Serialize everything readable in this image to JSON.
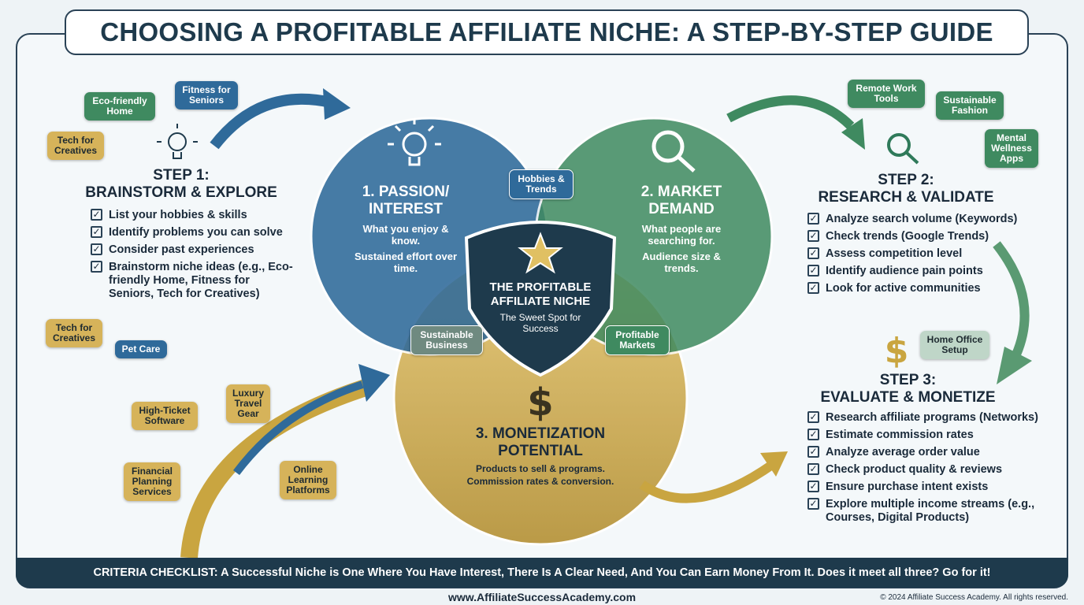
{
  "title": "CHOOSING A PROFITABLE AFFILIATE NICHE: A STEP-BY-STEP GUIDE",
  "step1": {
    "heading": "STEP 1:",
    "subheading": "BRAINSTORM & EXPLORE",
    "items": [
      "List your hobbies & skills",
      "Identify problems you can solve",
      "Consider past experiences",
      "Brainstorm niche ideas (e.g., Eco-friendly Home, Fitness for Seniors, Tech for Creatives)"
    ],
    "tags": [
      "Eco-friendly Home",
      "Fitness for Seniors",
      "Tech for Creatives",
      "Tech for Creatives",
      "Pet Care",
      "High-Ticket Software",
      "Luxury Travel Gear",
      "Financial Planning Services",
      "Online Learning Platforms"
    ]
  },
  "step2": {
    "heading": "STEP 2:",
    "subheading": "RESEARCH & VALIDATE",
    "items": [
      "Analyze search volume (Keywords)",
      "Check trends (Google Trends)",
      "Assess competition level",
      "Identify audience pain points",
      "Look for active communities"
    ],
    "tags": [
      "Remote Work Tools",
      "Sustainable Fashion",
      "Mental Wellness Apps"
    ]
  },
  "step3": {
    "heading": "STEP 3:",
    "subheading": "EVALUATE & MONETIZE",
    "items": [
      "Research affiliate programs (Networks)",
      "Estimate commission rates",
      "Analyze average order value",
      "Check product quality & reviews",
      "Ensure purchase intent exists",
      "Explore multiple income streams (e.g., Courses, Digital Products)"
    ],
    "tags": [
      "Home Office Setup"
    ]
  },
  "venn": {
    "passion": {
      "title": "1. PASSION/ INTEREST",
      "line1": "What you enjoy & know.",
      "line2": "Sustained effort over time.",
      "color": "#2f6a9a"
    },
    "demand": {
      "title": "2. MARKET DEMAND",
      "line1": "What people are searching for.",
      "line2": "Audience size & trends.",
      "color": "#3f8a60"
    },
    "monetization": {
      "title": "3. MONETIZATION POTENTIAL",
      "line1": "Products to sell & programs.",
      "line2": "Commission rates & conversion.",
      "color": "#d3b257"
    },
    "overlap_pd": "Hobbies & Trends",
    "overlap_pm": "Sustainable Business",
    "overlap_dm": "Profitable Markets",
    "center_title": "THE PROFITABLE AFFILIATE NICHE",
    "center_sub": "The Sweet Spot for Success"
  },
  "footer": {
    "criteria": "CRITERIA CHECKLIST: A Successful Niche is One Where You Have Interest, There Is A Clear Need, And You Can Earn Money From It. Does it meet all three? Go for it!",
    "website": "www.AffiliateSuccessAcademy.com",
    "copyright": "© 2024 Affiliate Success Academy. All rights reserved."
  }
}
